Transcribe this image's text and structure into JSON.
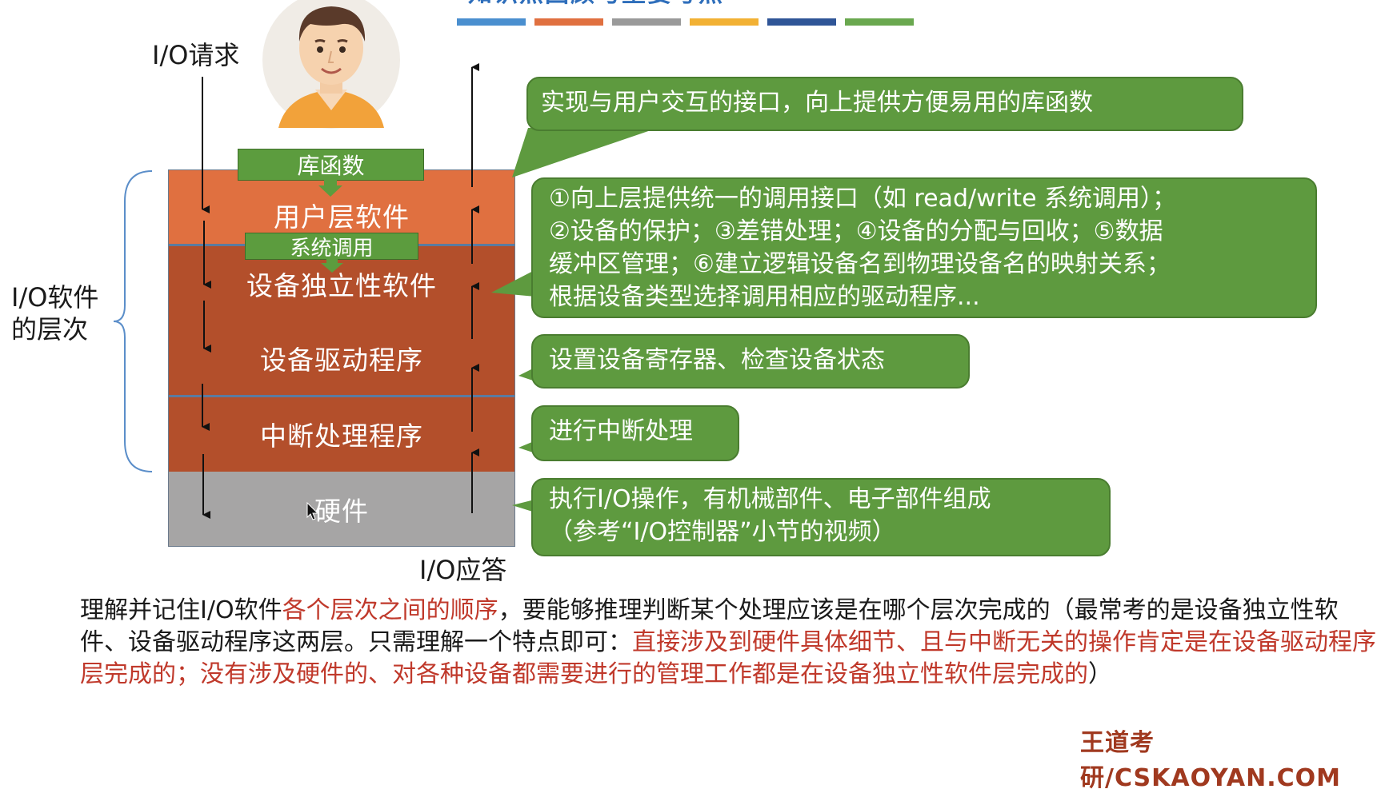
{
  "title": "知识点回顾与重要考点",
  "colors": {
    "bars": [
      "#4a8fcf",
      "#e07040",
      "#9a9a9a",
      "#f2b134",
      "#2f5597",
      "#6aa84f"
    ]
  },
  "labels": {
    "io_request": "I/O请求",
    "io_response": "I/O应答",
    "layers_title_line1": "I/O软件",
    "layers_title_line2": "的层次"
  },
  "tabs": {
    "library": "库函数",
    "syscall": "系统调用"
  },
  "layers": {
    "user": "用户层软件",
    "independent": "设备独立性软件",
    "driver": "设备驱动程序",
    "interrupt": "中断处理程序",
    "hardware": "硬件"
  },
  "callouts": {
    "user": "实现与用户交互的接口，向上提供方便易用的库函数",
    "independent": [
      "①向上层提供统一的调用接口（如 read/write 系统调用）；",
      "②设备的保护；③差错处理；④设备的分配与回收；⑤数据",
      "缓冲区管理；⑥建立逻辑设备名到物理设备名的映射关系；",
      "根据设备类型选择调用相应的驱动程序..."
    ],
    "driver": "设置设备寄存器、检查设备状态",
    "interrupt": "进行中断处理",
    "hardware": [
      "执行I/O操作，有机械部件、电子部件组成",
      "（参考“I/O控制器”小节的视频）"
    ]
  },
  "summary": {
    "s1": "理解并记住I/O软件",
    "s2_red": "各个层次之间的顺序",
    "s3": "，要能够推理判断某个处理应该是在哪个层次完成的（最常考的",
    "s4": "是设备独立性软件、设备驱动程序这两层。只需理解一个特点即可：",
    "s5_red": "直接涉及到硬件具体细节、且与中断无关的操作肯定是在设备驱动程序层完成的；没有涉及硬件的、对各种设备都需要进行的管理工作都是在设备独立性软件层完成的",
    "s6": "）"
  },
  "watermark": "王道考研/CSKAOYAN.COM"
}
